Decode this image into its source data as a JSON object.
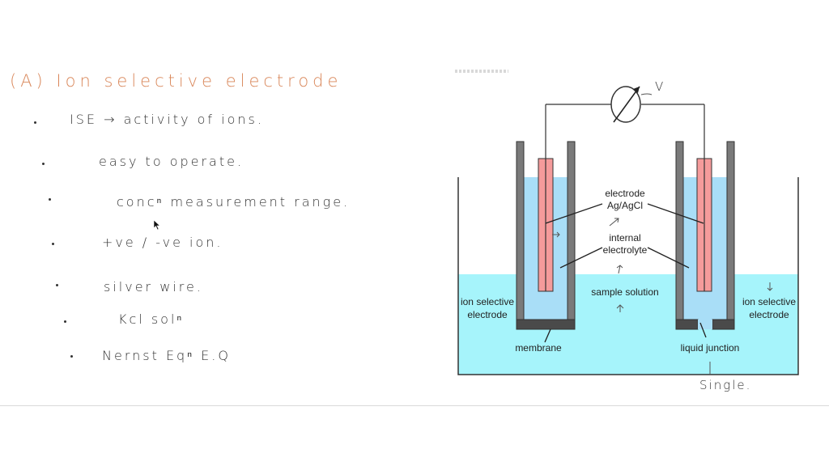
{
  "notes": {
    "heading": "(A)  Ion  selective  electrode",
    "items": [
      "ISE  →  activity  of  ions.",
      "easy  to  operate.",
      "concⁿ  measurement  range.",
      "+ve / -ve  ion.",
      "silver wire.",
      "Kcl   solⁿ",
      "Nernst  Eqⁿ   E.Q"
    ],
    "colors": {
      "heading": "#d9875a",
      "ink": "#333333"
    }
  },
  "diagram": {
    "meter_label": "V",
    "labels": {
      "electrode": "electrode",
      "ag_agcl": "Ag/AgCl",
      "internal": "internal",
      "electrolyte": "electrolyte",
      "sample_solution": "sample solution",
      "ise_left_1": "ion selective",
      "ise_left_2": "electrode",
      "ise_right_1": "ion selective",
      "ise_right_2": "electrode",
      "membrane": "membrane",
      "liquid_junction": "liquid junction"
    },
    "annotation": "Single.",
    "colors": {
      "sample_solution": "#a6f4fb",
      "internal_electrolyte": "#a9def7",
      "electrode_wire": "#f59b9b",
      "tube_wall": "#7a7a7a",
      "membrane": "#4a4a4a",
      "outline": "#333333"
    }
  }
}
